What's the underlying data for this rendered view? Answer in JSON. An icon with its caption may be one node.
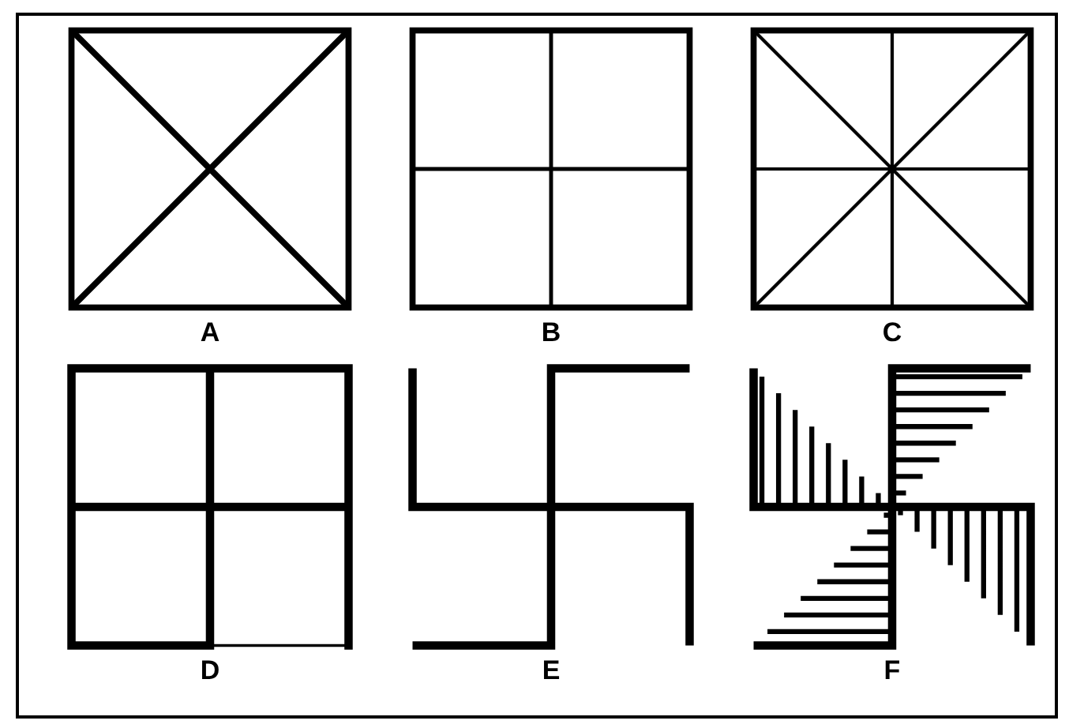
{
  "diagram": {
    "labels": [
      "A",
      "B",
      "C",
      "D",
      "E",
      "F"
    ]
  }
}
